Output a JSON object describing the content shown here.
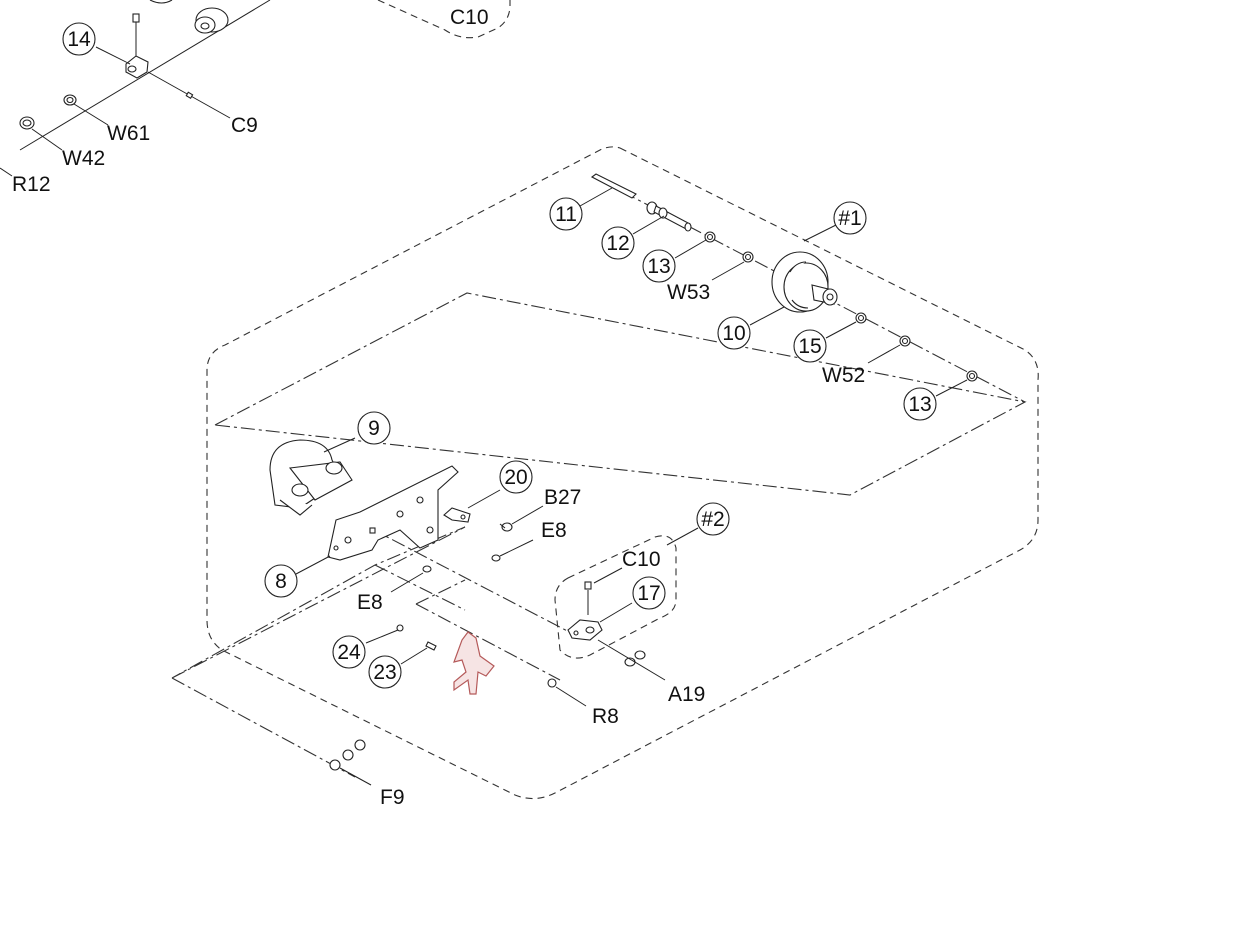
{
  "callouts": {
    "c11": "11",
    "c12": "12",
    "c13a": "13",
    "c10": "10",
    "c15": "15",
    "c13b": "13",
    "h1": "#1",
    "c9": "9",
    "c20": "20",
    "h2": "#2",
    "c17": "17",
    "c8": "8",
    "c24": "24",
    "c23": "23",
    "c14": "14"
  },
  "labels": {
    "w53": "W53",
    "w52": "W52",
    "b27": "B27",
    "e8a": "E8",
    "c10a": "C10",
    "e8b": "E8",
    "a19": "A19",
    "r8": "R8",
    "f9": "F9",
    "c9": "C9",
    "w61": "W61",
    "w42": "W42",
    "r12": "R12",
    "c10top": "C10"
  },
  "colors": {
    "line": "#222222",
    "highlight_part": "#b55a5a"
  }
}
